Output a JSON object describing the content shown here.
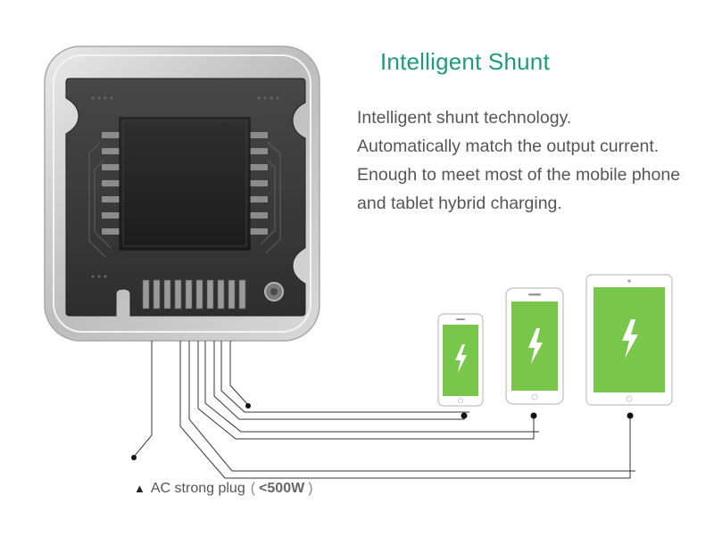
{
  "heading": "Intelligent Shunt",
  "description": [
    "Intelligent shunt technology.",
    "Automatically match the output current.",
    "Enough to meet most of the mobile phone",
    "and tablet hybrid charging."
  ],
  "ac_note": {
    "symbol": "▲",
    "label": "AC strong plug",
    "open_paren": "(",
    "value": "<500W",
    "close_paren": ")"
  },
  "devices": [
    {
      "name": "small-phone",
      "icon": "lightning-bolt-icon"
    },
    {
      "name": "large-phone",
      "icon": "lightning-bolt-icon"
    },
    {
      "name": "tablet",
      "icon": "lightning-bolt-icon"
    }
  ],
  "colors": {
    "heading": "#1d9b7e",
    "text": "#555555",
    "screen_green": "#79c74a",
    "board_dark": "#3a3a3a",
    "frame_silver": "#c9c9c9"
  }
}
